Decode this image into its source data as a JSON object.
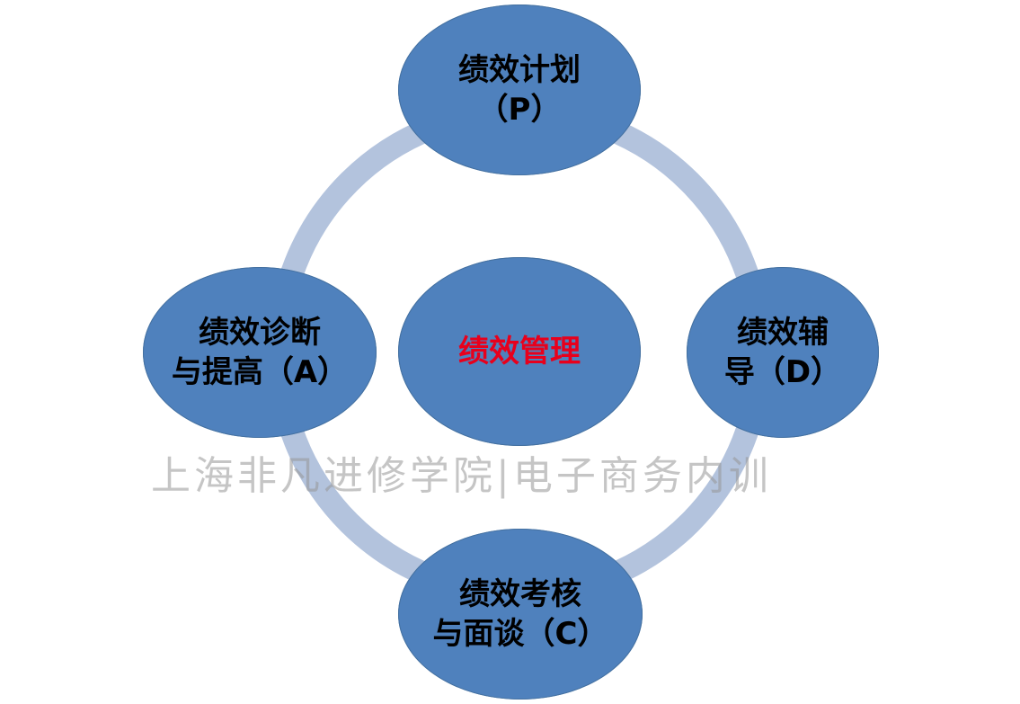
{
  "diagram": {
    "center": {
      "label": "绩效管理"
    },
    "top": {
      "line1": "绩效计划",
      "line2": "（P）"
    },
    "right": {
      "line1": "绩效辅",
      "line2": "导（D）"
    },
    "bottom": {
      "line1": "绩效考核",
      "line2": "与面谈（C）"
    },
    "left": {
      "line1": "绩效诊断",
      "line2": "与提高（A）"
    }
  },
  "watermark": {
    "text": "上海非凡进修学院|电子商务内训"
  },
  "colors": {
    "node_fill": "#4f81bd",
    "ring": "#b3c3dd",
    "center_text": "#e8001c",
    "node_text": "#000000"
  }
}
